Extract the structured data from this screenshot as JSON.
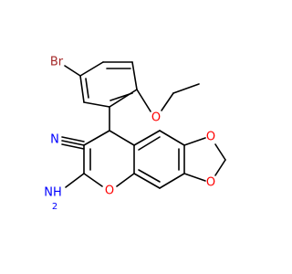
{
  "structure": {
    "atoms": {
      "br": "Br",
      "o_ethoxy": "O",
      "n_nitrile": "N",
      "o_dioxole_top": "O",
      "o_dioxole_bottom": "O",
      "o_pyran": "O",
      "nh2": "NH",
      "nh2_subscript": "2"
    },
    "colors": {
      "br": "#a52a2a",
      "o": "#ff0000",
      "n": "#0000ff",
      "bond": "#000000"
    }
  }
}
